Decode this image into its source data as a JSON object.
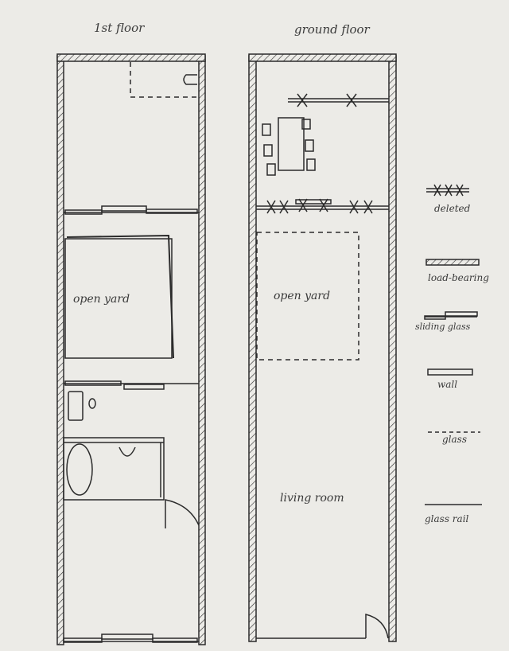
{
  "plans": {
    "first_floor": {
      "title": "1st floor",
      "rooms": {
        "open_yard": "open yard"
      }
    },
    "ground_floor": {
      "title": "ground floor",
      "rooms": {
        "open_yard": "open yard",
        "living_room": "living room"
      }
    }
  },
  "legend": {
    "items": [
      {
        "label": "deleted"
      },
      {
        "label": "load-bearing"
      },
      {
        "label": "sliding glass"
      },
      {
        "label": "wall"
      },
      {
        "label": "glass"
      },
      {
        "label": "glass rail"
      }
    ]
  },
  "colors": {
    "ink": "#2b2b2b",
    "paper": "#ecebe7"
  }
}
